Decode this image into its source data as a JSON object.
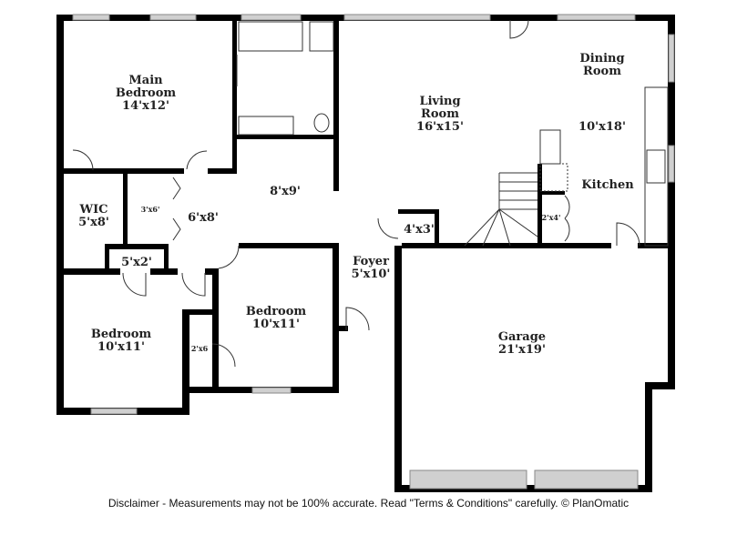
{
  "rooms": {
    "main_bedroom": {
      "name_1": "Main",
      "name_2": "Bedroom",
      "size": "14'x12'"
    },
    "living_room": {
      "name_1": "Living",
      "name_2": "Room",
      "size": "16'x15'"
    },
    "dining_room": {
      "name_1": "Dining",
      "name_2": "Room",
      "size": "10'x18'"
    },
    "kitchen": {
      "name": "Kitchen"
    },
    "hall": {
      "size": "8'x9'"
    },
    "wic": {
      "name": "WIC",
      "size": "5'x8'"
    },
    "closet_3x6": {
      "size": "3'x6'"
    },
    "hall_6x8": {
      "size": "6'x8'"
    },
    "closet_5x2": {
      "size": "5'x2'"
    },
    "closet_4x3": {
      "size": "4'x3'"
    },
    "pantry": {
      "size": "2'x4'"
    },
    "foyer": {
      "name": "Foyer",
      "size": "5'x10'"
    },
    "bedroom_2": {
      "name": "Bedroom",
      "size": "10'x11'"
    },
    "bedroom_1": {
      "name": "Bedroom",
      "size": "10'x11'"
    },
    "closet_2x6": {
      "size": "2'x6"
    },
    "garage": {
      "name": "Garage",
      "size": "21'x19'"
    }
  },
  "disclaimer": "Disclaimer - Measurements may not be 100% accurate. Read \"Terms & Conditions\" carefully. © PlanOmatic",
  "colors": {
    "wall": "#000000",
    "window": "#cfcfcf"
  }
}
